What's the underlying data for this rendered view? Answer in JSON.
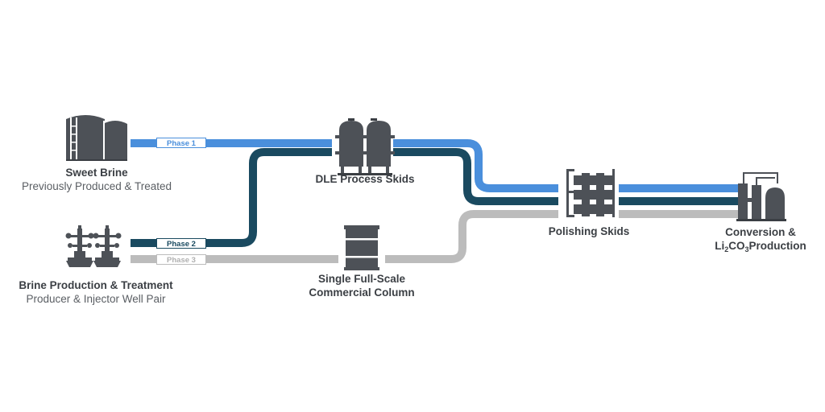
{
  "colors": {
    "phase1": "#4a8fdc",
    "phase2": "#1a4a60",
    "phase3": "#bcbcbc",
    "icon": "#4d5157",
    "title": "#3b3f44",
    "subtitle": "#5a5e63"
  },
  "phases": {
    "phase1": "Phase 1",
    "phase2": "Phase 2",
    "phase3": "Phase 3"
  },
  "nodes": {
    "sweet_brine": {
      "title": "Sweet Brine",
      "subtitle": "Previously Produced & Treated",
      "icon": "storage-tanks-icon"
    },
    "brine_production": {
      "title": "Brine Production & Treatment",
      "subtitle": "Producer & Injector Well Pair",
      "icon": "wellhead-icon"
    },
    "dle_skids": {
      "title": "DLE Process Skids",
      "icon": "process-vessels-icon"
    },
    "single_column": {
      "title_line1": "Single Full-Scale",
      "title_line2": "Commercial Column",
      "icon": "column-drum-icon"
    },
    "polishing": {
      "title": "Polishing Skids",
      "icon": "polishing-skid-icon"
    },
    "conversion": {
      "title_line1": "Conversion &",
      "li": "Li",
      "li_sub": "2",
      "co": "CO",
      "co_sub": "3",
      "production": "Production",
      "icon": "conversion-plant-icon"
    }
  }
}
